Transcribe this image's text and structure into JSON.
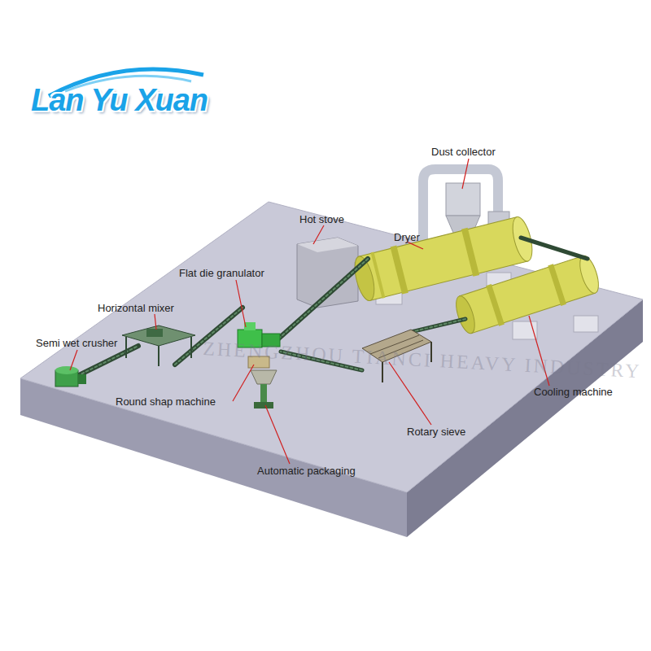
{
  "diagram": {
    "labels": [
      "Lan Yu Xuan",
      "Dust collector",
      "Hot stove",
      "Dryer",
      "Flat die granulator",
      "Horizontal mixer",
      "Semi wet crusher",
      "Round shap machine",
      "Automatic packaging",
      "Rotary sieve",
      "Cooling machine",
      "ZHENGZHOU TIANCI HEAVY INDUSTRY"
    ]
  }
}
